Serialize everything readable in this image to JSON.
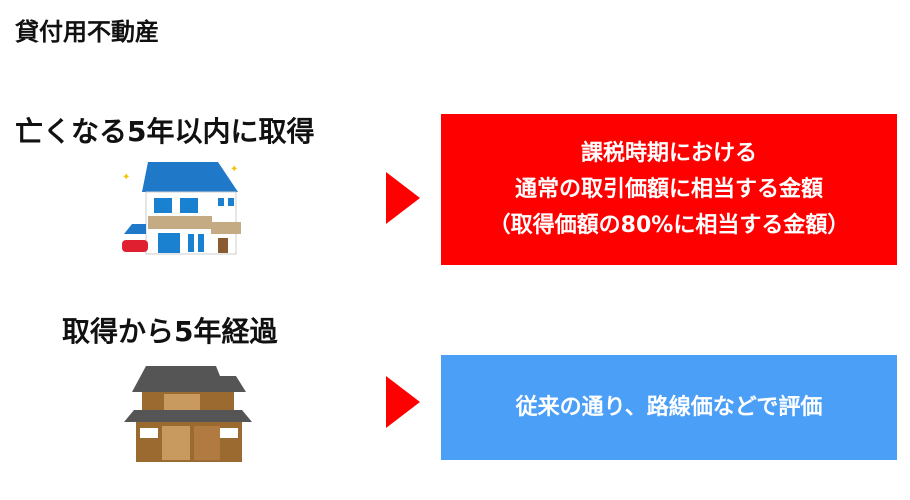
{
  "title": "貸付用不動産",
  "rows": [
    {
      "label": "亡くなる5年以内に取得",
      "icon": "modern-house-icon",
      "result_lines": [
        "課税時期における",
        "通常の取引価額に相当する金額",
        "（取得価額の80%に相当する金額）"
      ],
      "box_color": "#ff0000"
    },
    {
      "label": "取得から5年経過",
      "icon": "traditional-house-icon",
      "result_lines": [
        "従来の通り、路線価などで評価"
      ],
      "box_color": "#4c9ff7"
    }
  ],
  "arrow_color": "#ff0000"
}
